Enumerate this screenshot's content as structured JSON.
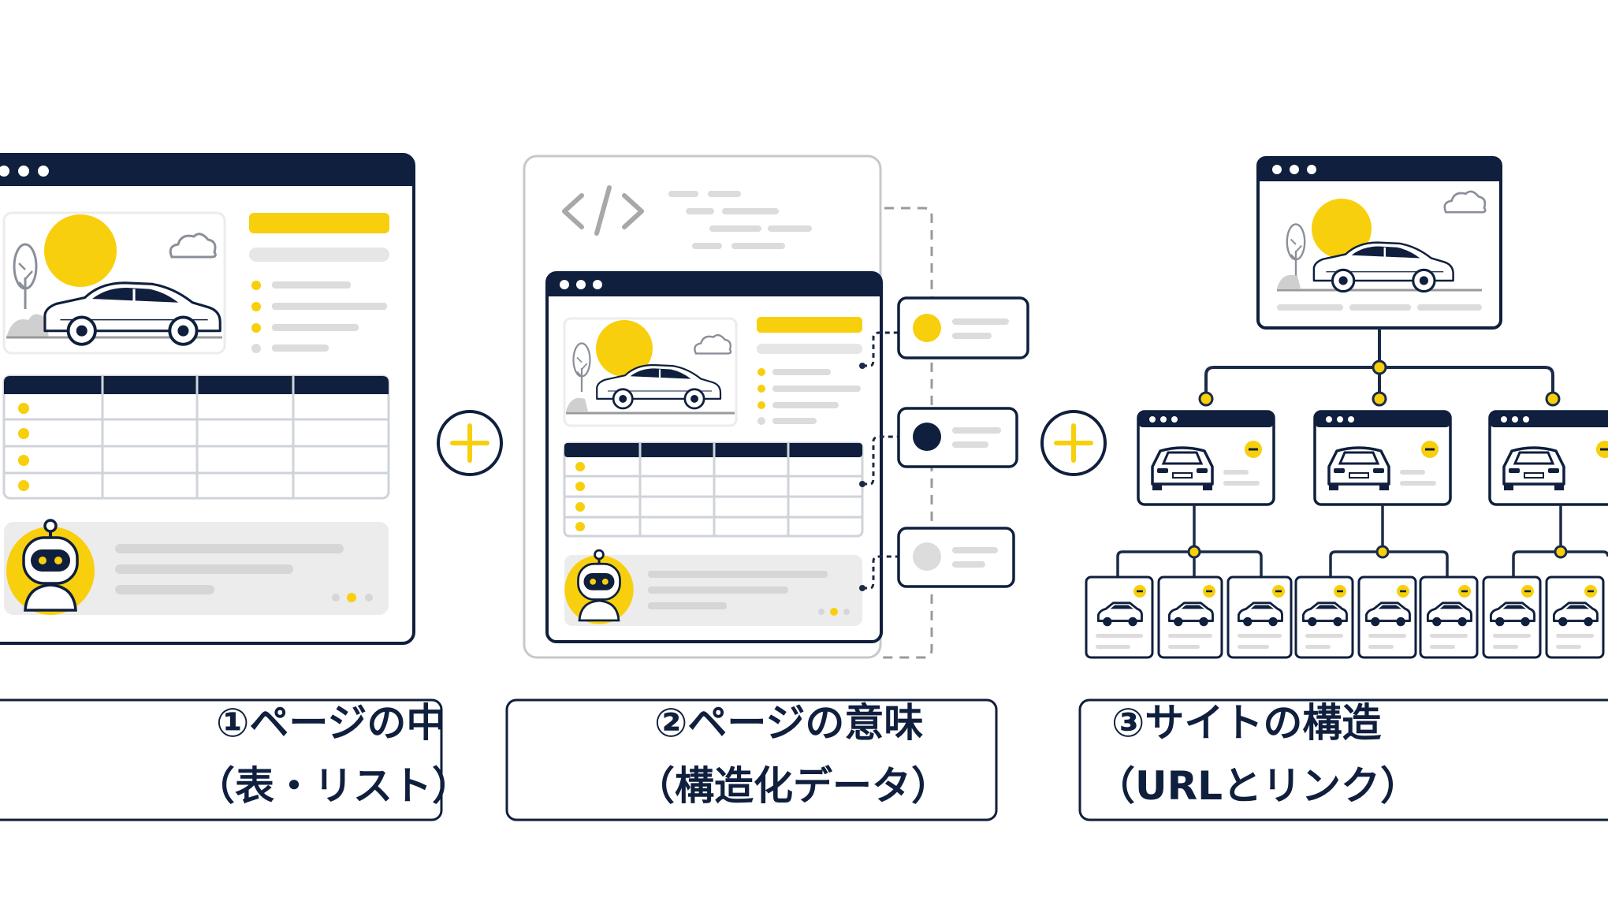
{
  "colors": {
    "navy": "#0f1f3d",
    "yellow": "#f8cf0c",
    "gray_bar": "#dcdcdc",
    "gray_panel": "#ececec",
    "outline": "#1b2a47"
  },
  "icons": [
    "browser-window-icon",
    "car-icon",
    "sun-icon",
    "cloud-icon",
    "tree-icon",
    "robot-icon",
    "code-icon",
    "plus-icon",
    "minus-badge-icon"
  ],
  "captions": [
    {
      "line1": "①ページの中",
      "line2": "（表・リスト）"
    },
    {
      "line1": "②ページの意味",
      "line2": "（構造化データ）"
    },
    {
      "line1": "③サイトの構造",
      "line2": "（URLとリンク）"
    }
  ],
  "code_glyph": "</>"
}
